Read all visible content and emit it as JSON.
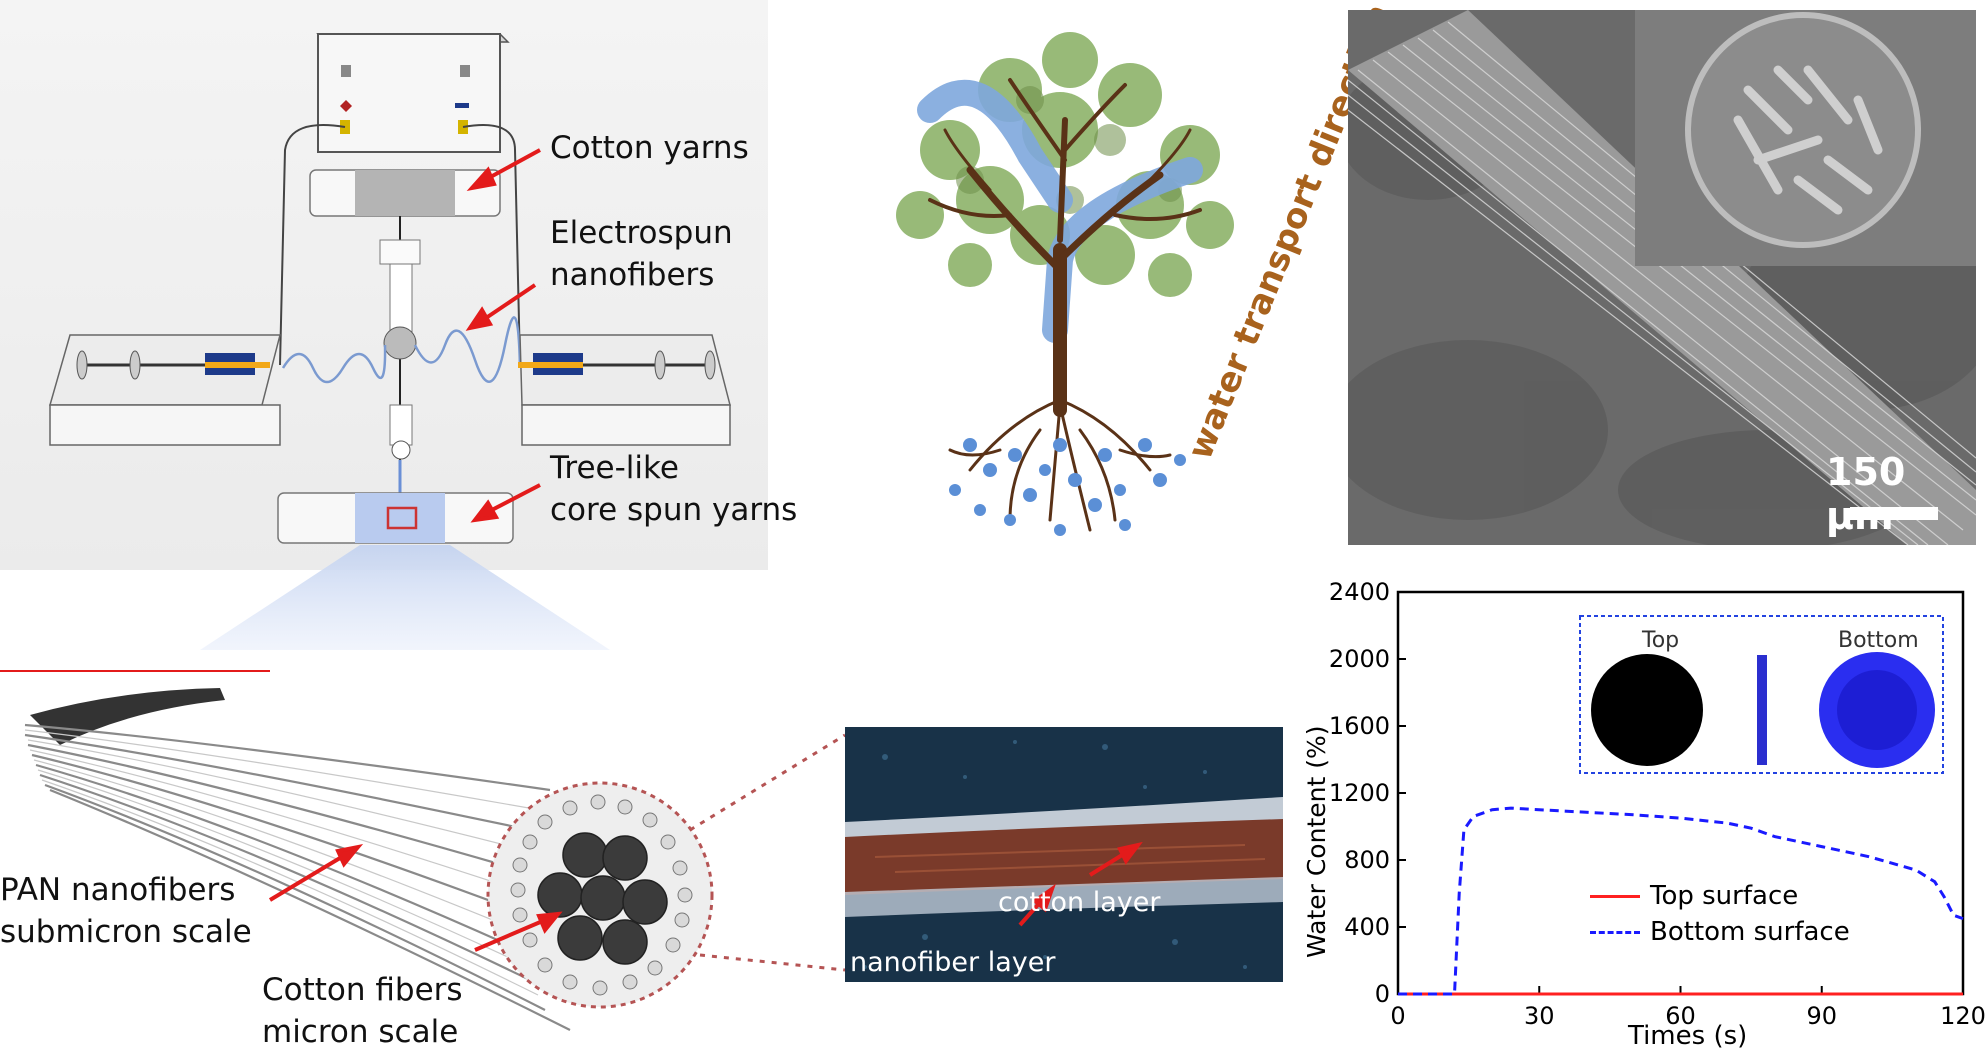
{
  "setup": {
    "labels": {
      "cotton_yarns": "Cotton yarns",
      "electrospun_1": "Electrospun",
      "electrospun_2": "nanofibers",
      "treelike_1": "Tree-like",
      "treelike_2": "core spun yarns"
    }
  },
  "tree": {
    "label": "water transport direction"
  },
  "sem": {
    "scale_bar": "150 μm"
  },
  "yarn": {
    "labels": {
      "pan_1": "PAN nanofibers",
      "pan_2": "submicron scale",
      "cotton_1": "Cotton fibers",
      "cotton_2": "micron scale"
    }
  },
  "micrograph": {
    "cotton_layer": "cotton layer",
    "nanofiber_layer": "nanofiber layer"
  },
  "chart_data": {
    "type": "line",
    "xlabel": "Times (s)",
    "ylabel": "Water Content (%)",
    "xlim": [
      0,
      120
    ],
    "ylim": [
      0,
      2400
    ],
    "xticks": [
      "0",
      "30",
      "60",
      "90",
      "120"
    ],
    "yticks": [
      "0",
      "400",
      "800",
      "1200",
      "1600",
      "2000",
      "2400"
    ],
    "series": [
      {
        "name": "Top surface",
        "x": [
          0,
          120
        ],
        "y": [
          0,
          0
        ]
      },
      {
        "name": "Bottom surface",
        "x": [
          0,
          12,
          13,
          14,
          16,
          20,
          24,
          30,
          40,
          50,
          60,
          70,
          75,
          80,
          90,
          100,
          110,
          114,
          116,
          118,
          120
        ],
        "y": [
          0,
          0,
          600,
          980,
          1060,
          1100,
          1110,
          1100,
          1085,
          1070,
          1050,
          1020,
          990,
          940,
          880,
          820,
          740,
          670,
          580,
          470,
          450
        ]
      }
    ],
    "legend": {
      "position": "bottom-right"
    },
    "inset": {
      "top_label": "Top",
      "bottom_label": "Bottom"
    },
    "colors": {
      "top": "#ff2020",
      "bottom": "#1a1aff"
    }
  }
}
